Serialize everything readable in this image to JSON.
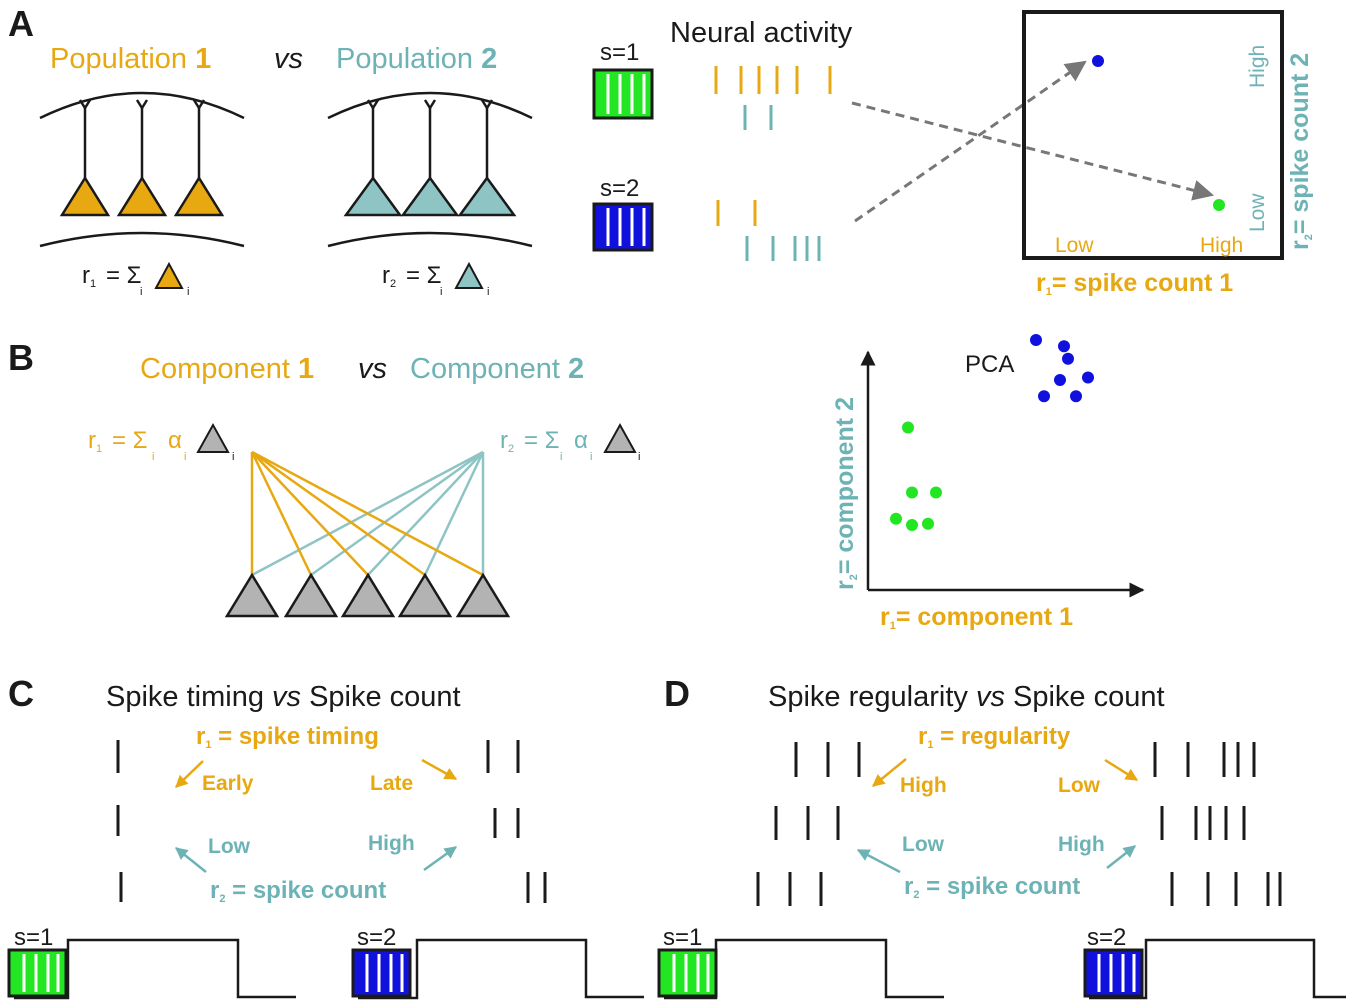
{
  "colors": {
    "orange": "#e8a811",
    "teal": "#6db3b5",
    "green": "#22e622",
    "blue": "#1111dd",
    "neuron_orange": "#e8a811",
    "neuron_teal": "#8fc4c4",
    "neuron_gray": "#b3b3b3",
    "dark": "#1a1a1a",
    "arrow_gray": "#777777"
  },
  "panel_a": {
    "letter": "A",
    "pop1_word": "Population ",
    "pop1_num": "1",
    "vs": "vs",
    "pop2_word": "Population ",
    "pop2_num": "2",
    "r1": "r",
    "r1_sub": "1",
    "r2": "r",
    "r2_sub": "2",
    "sum_eq": "= Σ",
    "idx": "i",
    "s1_label": "s=1",
    "s2_label": "s=2",
    "activity_title": "Neural activity",
    "low": "Low",
    "high": "High",
    "x_axis_label": "= spike count 1",
    "y_axis_label": "= spike count 2"
  },
  "panel_b": {
    "letter": "B",
    "comp1_word": "Component ",
    "comp1_num": "1",
    "vs": "vs",
    "comp2_word": "Component ",
    "comp2_num": "2",
    "r1": "r",
    "r1_sub": "1",
    "r2": "r",
    "r2_sub": "2",
    "sum_eq": "= Σ",
    "alpha": "α",
    "idx": "i",
    "pca_title": "PCA",
    "x_axis_label": "= component 1",
    "y_axis_label": "= component 2",
    "clusters": [
      {
        "name": "s=1",
        "color": "green",
        "points": [
          [
            0.35,
            0.57
          ],
          [
            0.55,
            0.52
          ],
          [
            0.75,
            0.53
          ],
          [
            0.55,
            0.78
          ],
          [
            0.85,
            0.78
          ],
          [
            0.5,
            1.3
          ]
        ]
      },
      {
        "name": "s=2",
        "color": "blue",
        "points": [
          [
            2.2,
            1.55
          ],
          [
            2.4,
            1.68
          ],
          [
            2.6,
            1.55
          ],
          [
            2.1,
            2.0
          ],
          [
            2.5,
            1.85
          ],
          [
            2.75,
            1.7
          ],
          [
            2.45,
            1.95
          ]
        ]
      }
    ]
  },
  "panel_c": {
    "letter": "C",
    "title_a": "Spike timing ",
    "title_vs": "vs",
    "title_b": " Spike count",
    "r1": "r",
    "r1_sub": "1",
    "r1_label": " = spike timing",
    "left_top": "Early",
    "right_top": "Late",
    "left_bottom": "Low",
    "right_bottom": "High",
    "r2": "r",
    "r2_sub": "2",
    "r2_label": " = spike count",
    "s1_label": "s=1",
    "s2_label": "s=2"
  },
  "panel_d": {
    "letter": "D",
    "title_a": "Spike regularity ",
    "title_vs": "vs",
    "title_b": " Spike count",
    "r1": "r",
    "r1_sub": "1",
    "r1_label": " = regularity",
    "left_top": "High",
    "right_top": "Low",
    "left_bottom": "Low",
    "right_bottom": "High",
    "r2": "r",
    "r2_sub": "2",
    "r2_label": " = spike count",
    "s1_label": "s=1",
    "s2_label": "s=2"
  }
}
